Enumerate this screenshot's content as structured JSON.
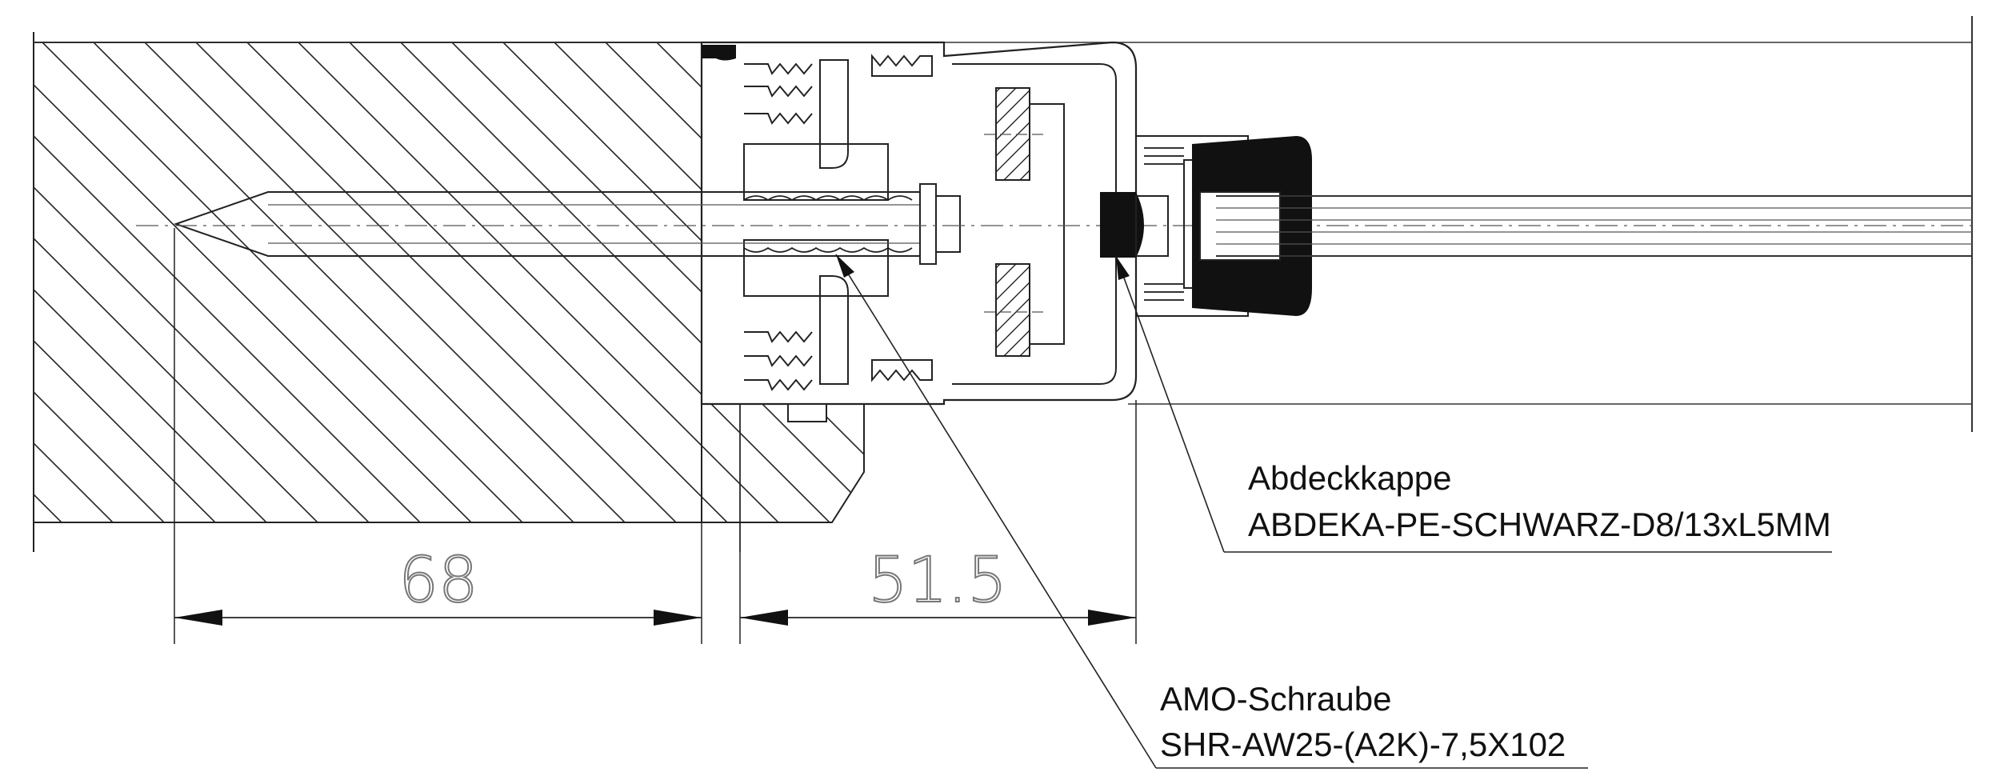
{
  "dimensions": {
    "left_value": "68",
    "right_value": "51.5"
  },
  "callouts": {
    "cap": {
      "title": "Abdeckkappe",
      "code": "ABDEKA-PE-SCHWARZ-D8/13xL5MM"
    },
    "screw": {
      "title": "AMO-Schraube",
      "code": "SHR-AW25-(A2K)-7,5X102"
    }
  }
}
